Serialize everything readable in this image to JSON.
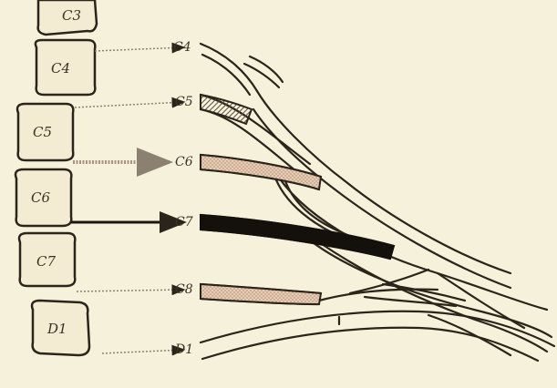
{
  "diagram": {
    "vertebrae": [
      {
        "id": "v-c3",
        "label": "C3"
      },
      {
        "id": "v-c4",
        "label": "C4"
      },
      {
        "id": "v-c5",
        "label": "C5"
      },
      {
        "id": "v-c6",
        "label": "C6"
      },
      {
        "id": "v-c7",
        "label": "C7"
      },
      {
        "id": "v-d1",
        "label": "D1"
      }
    ],
    "roots": [
      {
        "id": "r-c4",
        "label": "C4",
        "fill": "none"
      },
      {
        "id": "r-c5",
        "label": "C5",
        "fill": "hatched"
      },
      {
        "id": "r-c6",
        "label": "C6",
        "fill": "stippled"
      },
      {
        "id": "r-c7",
        "label": "C7",
        "fill": "solid"
      },
      {
        "id": "r-c8",
        "label": "C8",
        "fill": "stippled"
      },
      {
        "id": "r-d1",
        "label": "D1",
        "fill": "none"
      }
    ],
    "arrow_styles": {
      "C4": "dotted",
      "C5": "dotted",
      "C6": "stippled",
      "C7": "solid",
      "C8": "dotted",
      "D1": "dotted"
    },
    "colors": {
      "background": "#f6f1da",
      "ink": "#2b241b",
      "stipple": "#d9b9a0",
      "hatch": "#7a6a5a"
    }
  }
}
